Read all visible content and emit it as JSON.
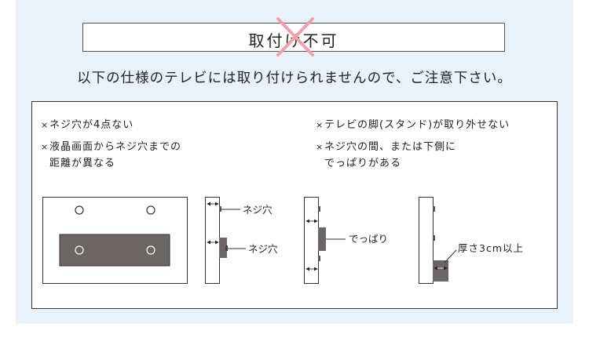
{
  "header": {
    "title": "取付け不可",
    "subtitle": "以下の仕様のテレビには取り付けられませんので、ご注意下さい。"
  },
  "colors": {
    "accent_cross": "#f0a0a8",
    "background_panel": "#e9f1fa",
    "bracket_fill": "#6b6563"
  },
  "conditions": [
    {
      "mark": "×",
      "lines": [
        "ネジ穴が4点ない"
      ]
    },
    {
      "mark": "×",
      "lines": [
        "液晶画面からネジ穴までの",
        "距離が異なる"
      ]
    },
    {
      "mark": "×",
      "lines": [
        "テレビの脚(スタンド)が取り外せない"
      ]
    },
    {
      "mark": "×",
      "lines": [
        "ネジ穴の間、または下側に",
        "でっぱりがある"
      ]
    }
  ],
  "diagram_labels": {
    "screw_hole_top": "ネジ穴",
    "screw_hole_bottom": "ネジ穴",
    "protrusion": "でっぱり",
    "thickness": "厚さ3cm以上"
  }
}
